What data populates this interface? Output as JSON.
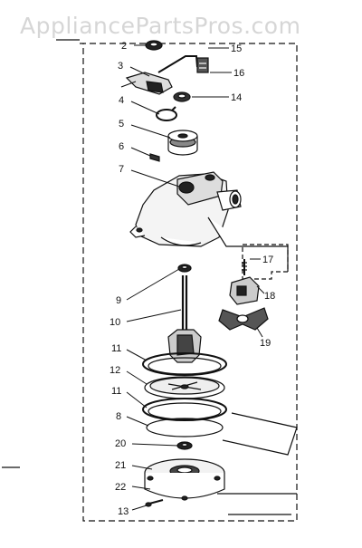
{
  "watermark": "AppliancePartsPros.com",
  "colors": {
    "ink": "#111111",
    "paper": "#ffffff",
    "watermark": "#d6d6d6"
  },
  "diagram": {
    "callouts": [
      {
        "id": "2",
        "label": "2"
      },
      {
        "id": "3",
        "label": "3"
      },
      {
        "id": "4",
        "label": "4"
      },
      {
        "id": "5",
        "label": "5"
      },
      {
        "id": "6",
        "label": "6"
      },
      {
        "id": "7",
        "label": "7"
      },
      {
        "id": "9",
        "label": "9"
      },
      {
        "id": "10",
        "label": "10"
      },
      {
        "id": "11a",
        "label": "11"
      },
      {
        "id": "12",
        "label": "12"
      },
      {
        "id": "11b",
        "label": "11"
      },
      {
        "id": "8",
        "label": "8"
      },
      {
        "id": "20",
        "label": "20"
      },
      {
        "id": "21",
        "label": "21"
      },
      {
        "id": "22",
        "label": "22"
      },
      {
        "id": "13",
        "label": "13"
      },
      {
        "id": "15",
        "label": "15"
      },
      {
        "id": "16",
        "label": "16"
      },
      {
        "id": "14",
        "label": "14"
      },
      {
        "id": "17",
        "label": "17"
      },
      {
        "id": "18",
        "label": "18"
      },
      {
        "id": "19",
        "label": "19"
      }
    ]
  }
}
